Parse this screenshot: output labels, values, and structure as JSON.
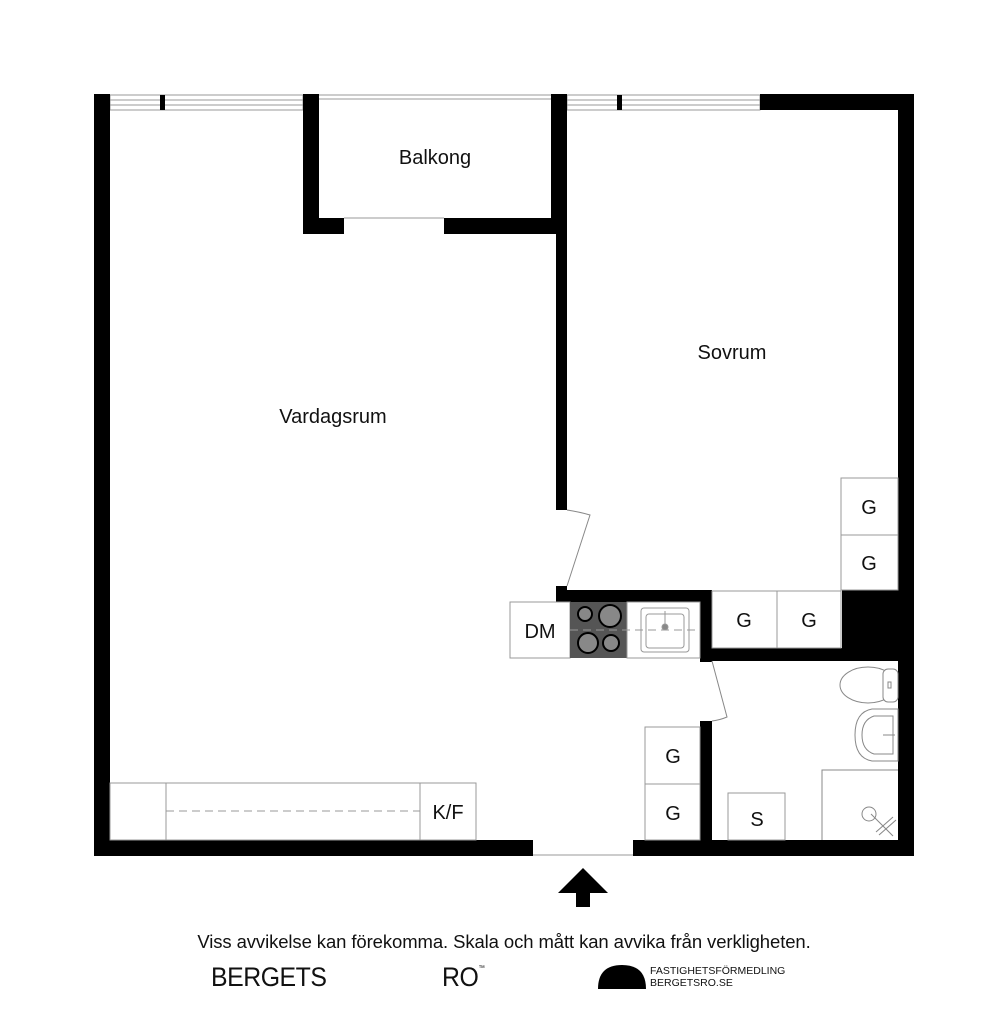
{
  "rooms": {
    "balcony": "Balkong",
    "living_room": "Vardagsrum",
    "bedroom": "Sovrum"
  },
  "fixtures": {
    "dishwasher": "DM",
    "fridge_freezer": "K/F",
    "wardrobes": [
      "G",
      "G",
      "G",
      "G",
      "G",
      "G"
    ],
    "storage": "S"
  },
  "entrance": {
    "icon": "entrance-arrow-up"
  },
  "footer": {
    "disclaimer": "Viss avvikelse kan förekomma. Skala och mått kan avvika från verkligheten.",
    "brand_left": "BERGETS",
    "brand_right": "RO",
    "brand_tm": "™",
    "agency_line1": "FASTIGHETSFÖRMEDLING",
    "agency_line2": "BERGETSRO.SE"
  },
  "colors": {
    "wall": "#000000",
    "line": "#999999",
    "stove": "#555555",
    "background": "#ffffff"
  }
}
